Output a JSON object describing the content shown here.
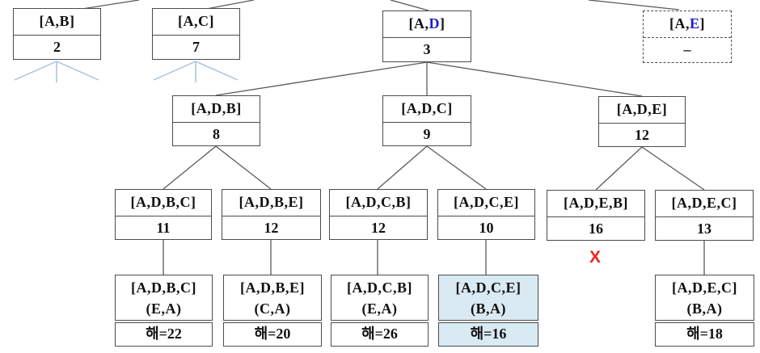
{
  "palette": {
    "box_border": "#4c4c4c",
    "edge_gray": "#5a5a5a",
    "edge_light_blue": "#a7c0dd",
    "accent_blue": "#1d1dcf",
    "highlight_bg": "#d9eaf3",
    "fail_red": "#e8281e",
    "box_bg": "#ffffff"
  },
  "nodes": {
    "ab": {
      "title": "[A,B]",
      "value": "2"
    },
    "ac": {
      "title": "[A,C]",
      "value": "7"
    },
    "ad": {
      "title_pre": "[A,",
      "title_blue": "D",
      "title_post": "]",
      "value": "3"
    },
    "ae": {
      "title_pre": "[A,",
      "title_blue": "E",
      "title_post": "]",
      "value": "–"
    },
    "adb": {
      "title": "[A,D,B]",
      "value": "8"
    },
    "adc": {
      "title": "[A,D,C]",
      "value": "9"
    },
    "ade": {
      "title": "[A,D,E]",
      "value": "12"
    },
    "adbc": {
      "title": "[A,D,B,C]",
      "value": "11"
    },
    "adbe": {
      "title": "[A,D,B,E]",
      "value": "12"
    },
    "adcb": {
      "title": "[A,D,C,B]",
      "value": "12"
    },
    "adce": {
      "title": "[A,D,C,E]",
      "value": "10"
    },
    "adeb": {
      "title": "[A,D,E,B]",
      "value": "16"
    },
    "adec": {
      "title": "[A,D,E,C]",
      "value": "13"
    }
  },
  "leaves": {
    "adbc": {
      "title": "[A,D,B,C]",
      "subtitle": "(E,A)",
      "value": "해=22",
      "highlighted": false
    },
    "adbe": {
      "title": "[A,D,B,E]",
      "subtitle": "(C,A)",
      "value": "해=20",
      "highlighted": false
    },
    "adcb": {
      "title": "[A,D,C,B]",
      "subtitle": "(E,A)",
      "value": "해=26",
      "highlighted": false
    },
    "adce": {
      "title": "[A,D,C,E]",
      "subtitle": "(B,A)",
      "value": "해=16",
      "highlighted": true
    },
    "adec": {
      "title": "[A,D,E,C]",
      "subtitle": "(B,A)",
      "value": "해=18",
      "highlighted": false
    }
  },
  "markers": {
    "pruned_x": "X"
  }
}
